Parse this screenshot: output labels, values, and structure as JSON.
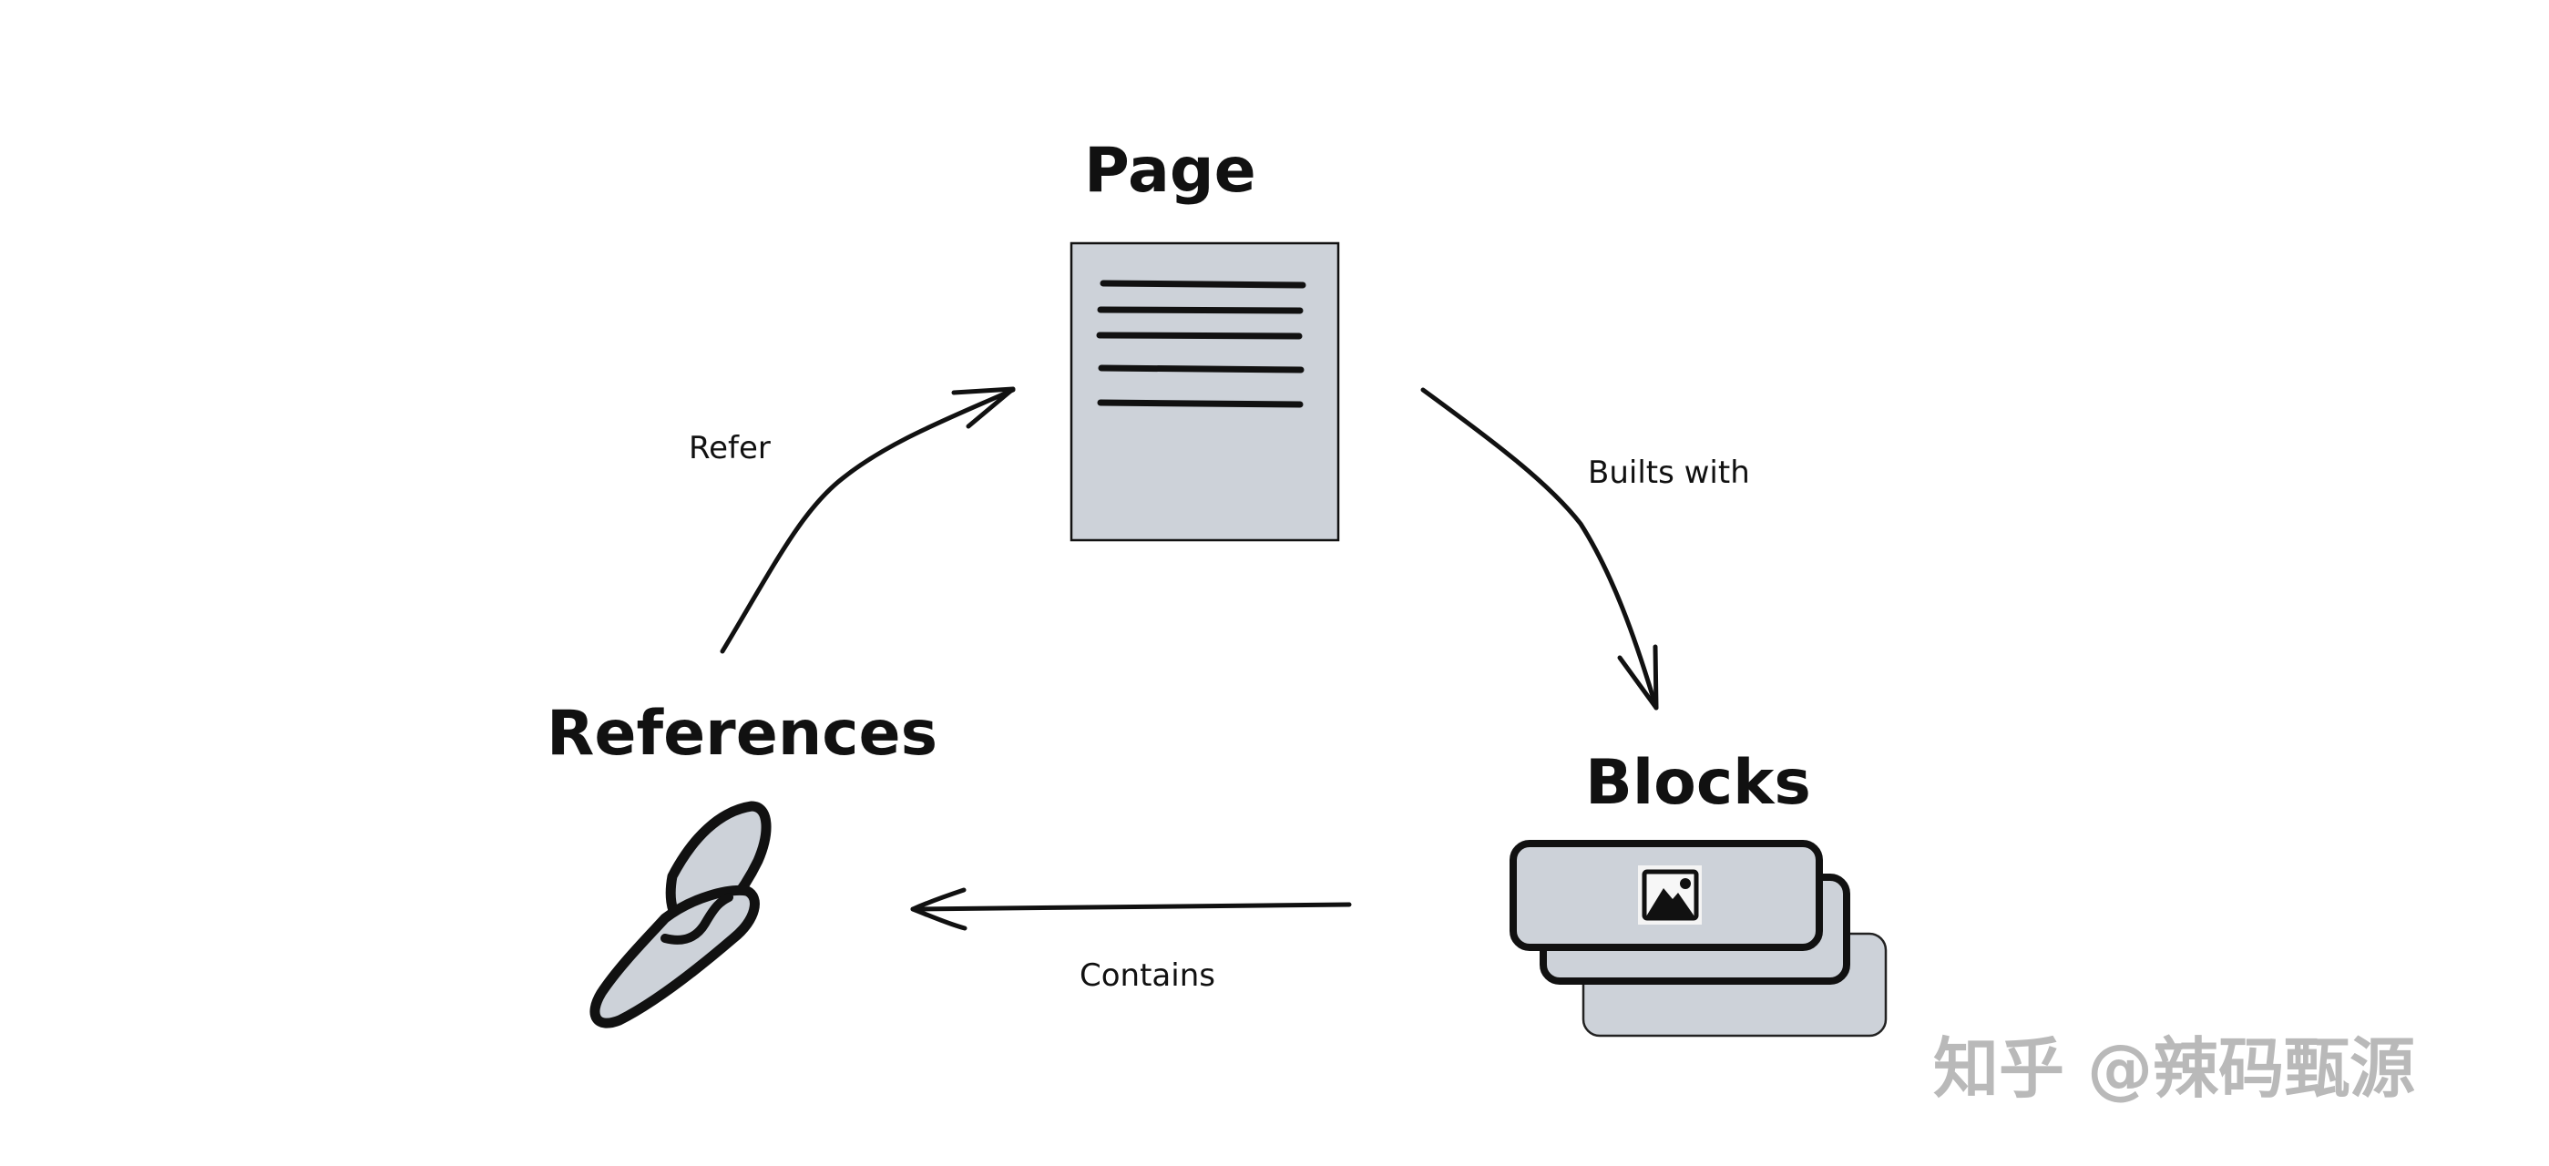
{
  "diagram": {
    "nodes": {
      "page": {
        "label": "Page",
        "icon": "document-icon"
      },
      "blocks": {
        "label": "Blocks",
        "icon": "image-icon"
      },
      "references": {
        "label": "References",
        "icon": "link-icon"
      }
    },
    "edges": {
      "refer": {
        "label": "Refer",
        "from": "References",
        "to": "Page"
      },
      "builts_with": {
        "label": "Builts with",
        "from": "Page",
        "to": "Blocks"
      },
      "contains": {
        "label": "Contains",
        "from": "Blocks",
        "to": "References"
      }
    },
    "colors": {
      "fill": "#cdd2d9",
      "stroke": "#111111",
      "watermark": "#b9b9b9"
    }
  },
  "watermark": {
    "text": "知乎 @辣码甄源"
  }
}
